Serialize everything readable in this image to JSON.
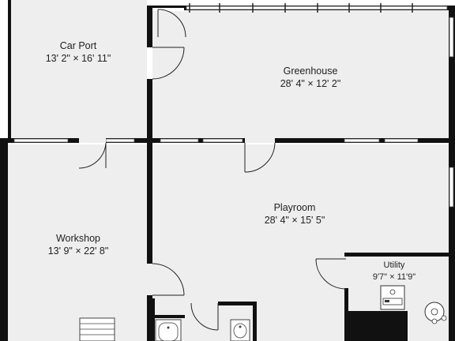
{
  "rooms": {
    "car_port": {
      "name": "Car Port",
      "dims": "13' 2\" × 16' 11\""
    },
    "greenhouse": {
      "name": "Greenhouse",
      "dims": "28' 4\" × 12' 2\""
    },
    "playroom": {
      "name": "Playroom",
      "dims": "28' 4\" × 15' 5\""
    },
    "workshop": {
      "name": "Workshop",
      "dims": "13' 9\" × 22' 8\""
    },
    "utility": {
      "name": "Utility",
      "dims": "9'7\" × 11'9\""
    }
  },
  "colors": {
    "floor": "#eeeeee",
    "wall": "#111111",
    "background": "#ffffff"
  }
}
